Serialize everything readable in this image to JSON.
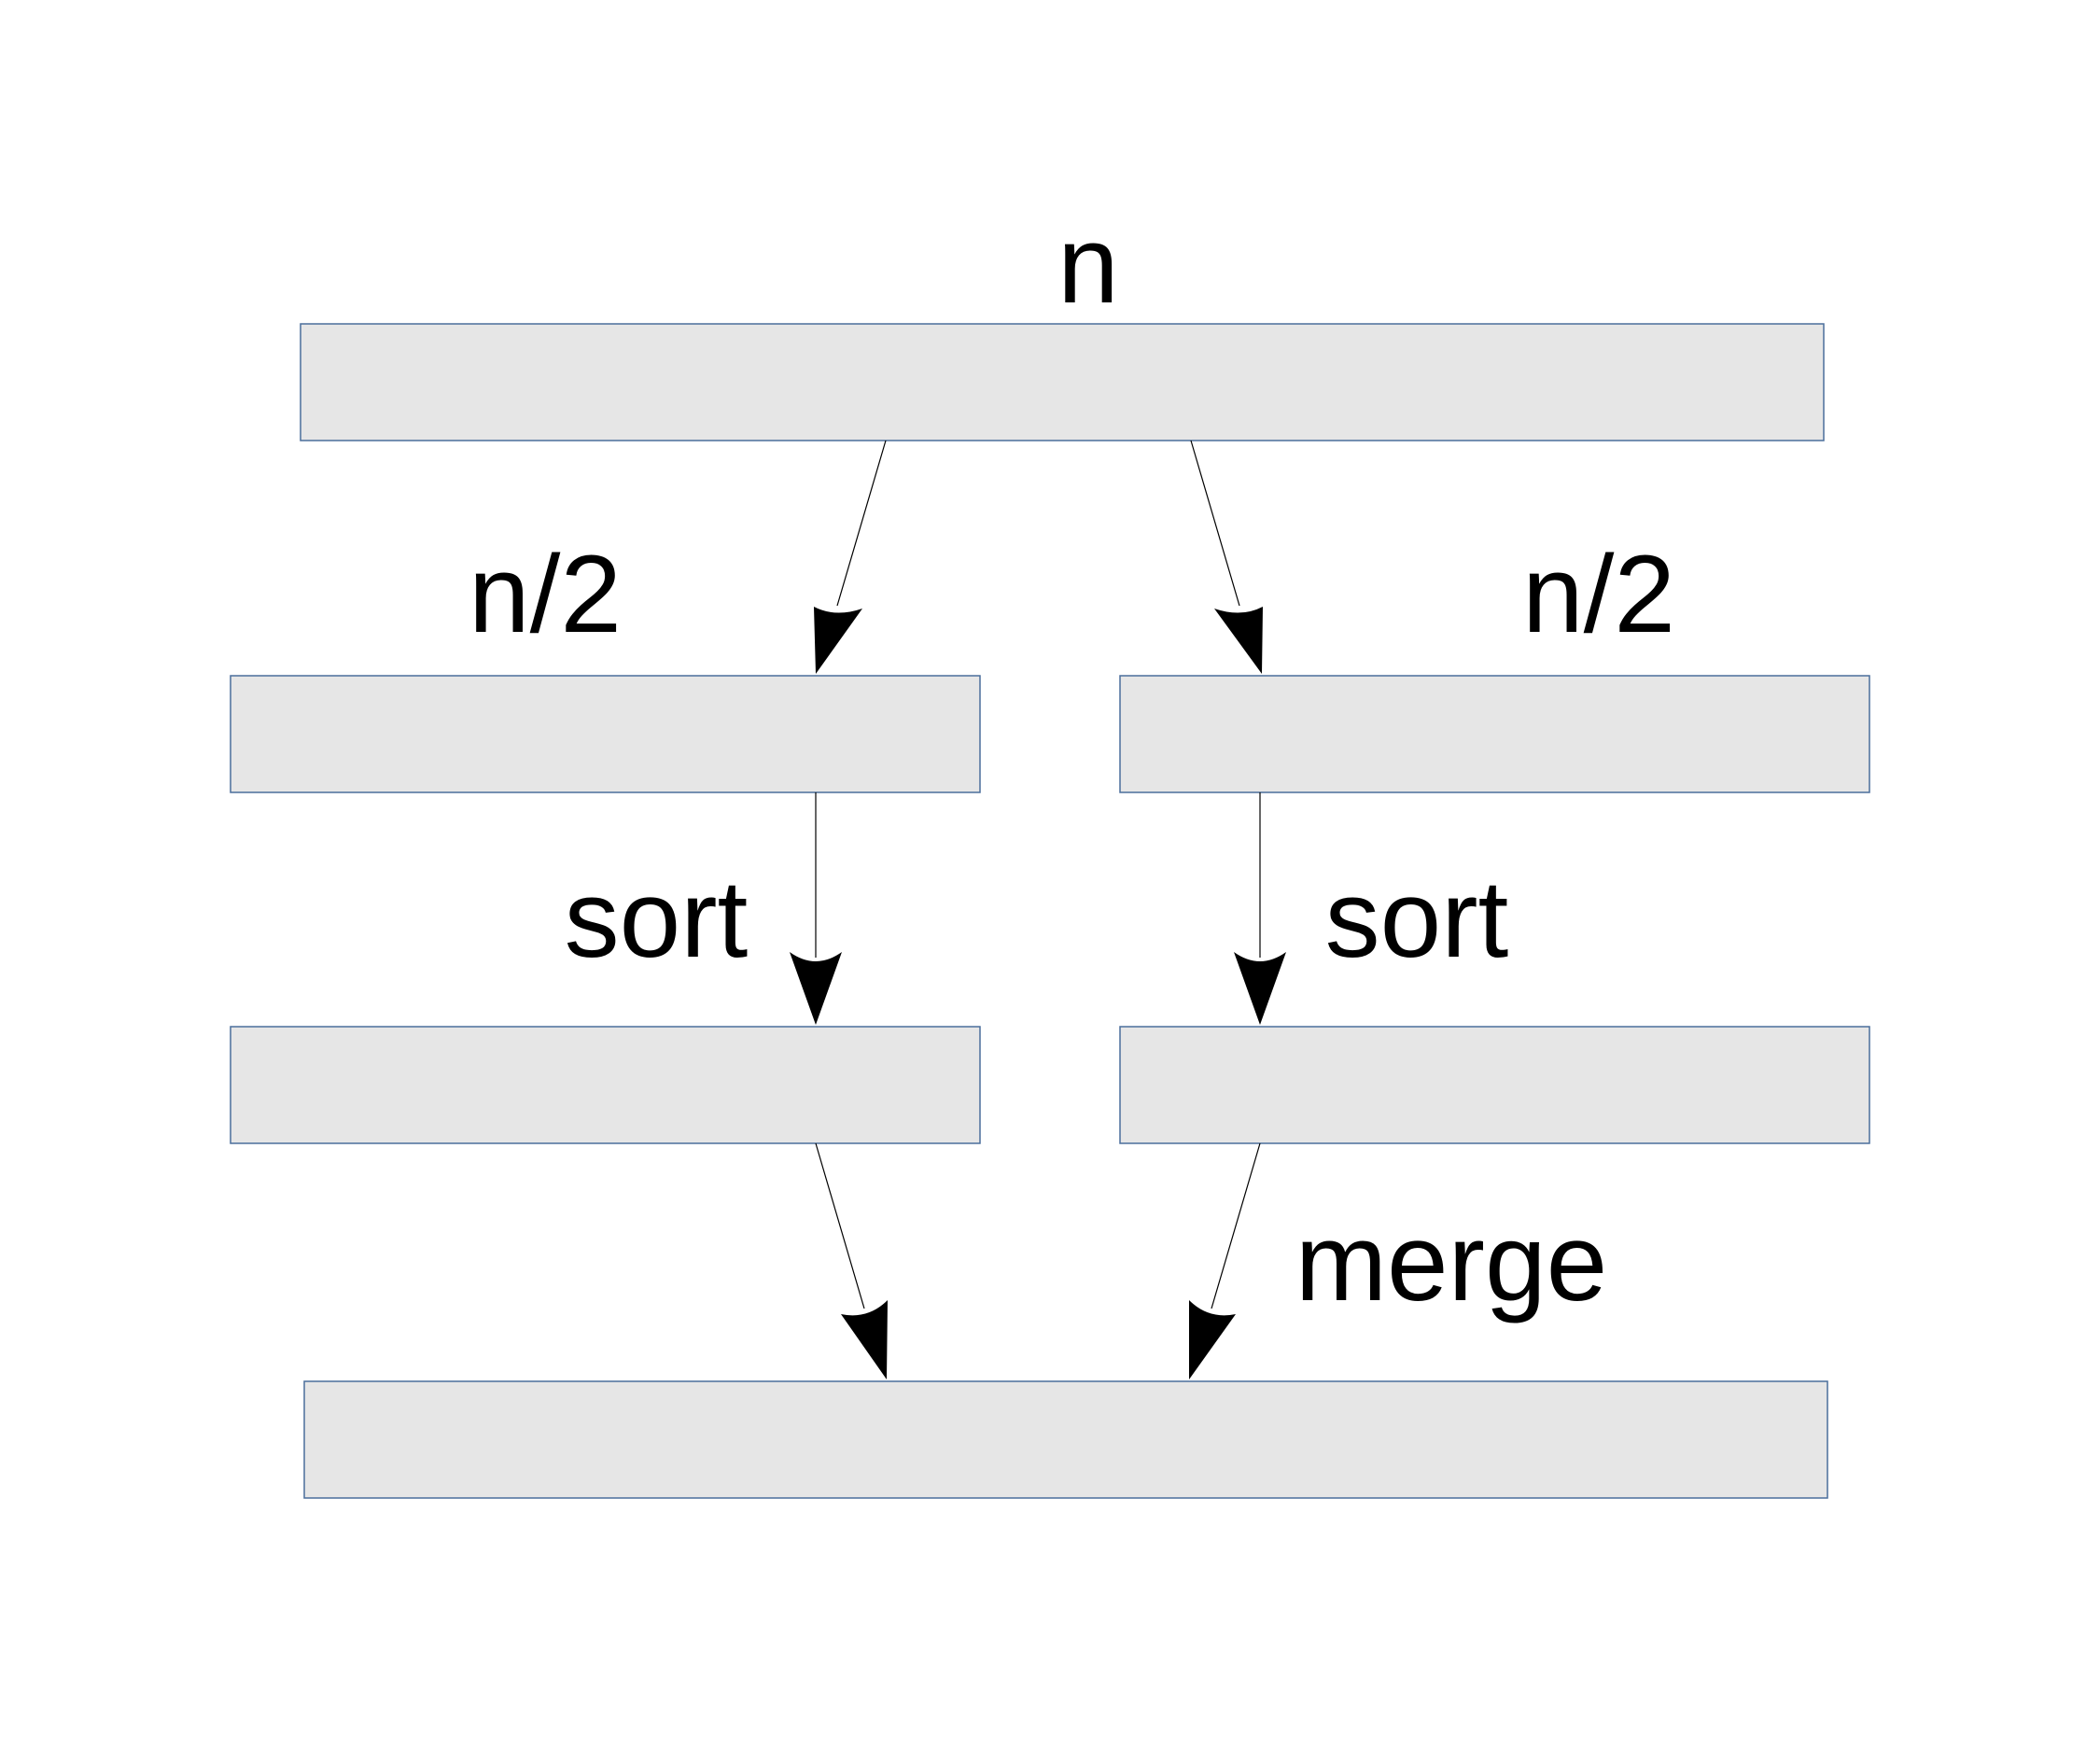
{
  "labels": {
    "top": "n",
    "left_half": "n/2",
    "right_half": "n/2",
    "left_sort": "sort",
    "right_sort": "sort",
    "merge": "merge"
  },
  "colors": {
    "box_fill": "#e6e6e6",
    "box_stroke": "#4a6e9c",
    "arrow": "#000000",
    "text": "#000000"
  }
}
